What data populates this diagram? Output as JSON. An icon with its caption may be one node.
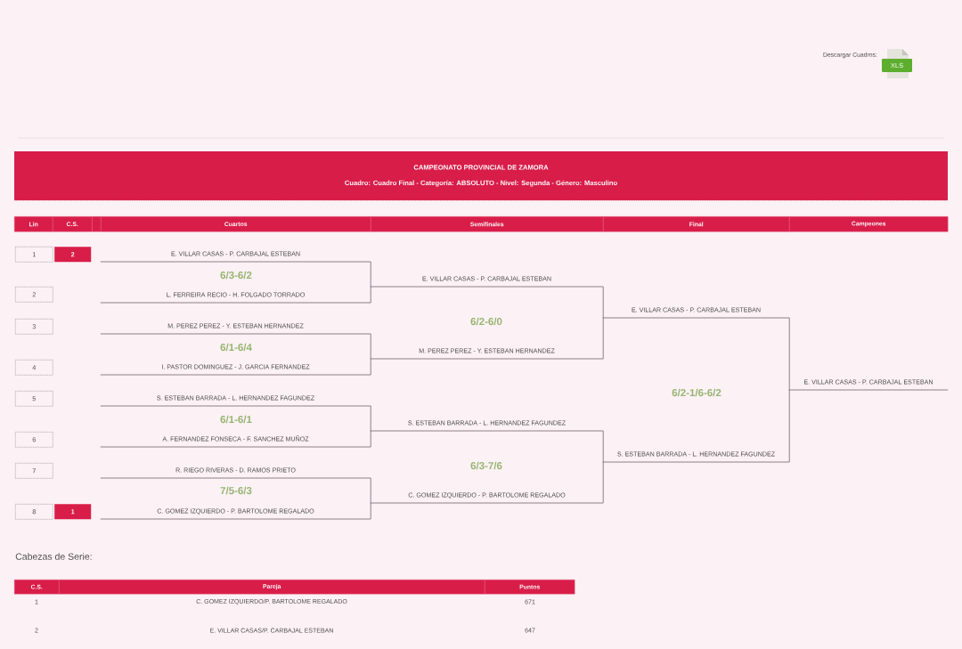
{
  "diagram": {
    "title": "CAMPEONATO PROVINCIAL DE ZAMORA",
    "nodes": [
      {
        "text": [
          "1"
        ]
      },
      {
        "text": [
          "2"
        ]
      },
      {
        "text": [
          "3"
        ]
      },
      {
        "text": [
          "4"
        ]
      },
      {
        "text": [
          "5"
        ]
      },
      {
        "text": [
          "6"
        ]
      },
      {
        "text": [
          "7"
        ]
      },
      {
        "text": [
          "8"
        ]
      },
      {
        "text": [
          "2"
        ]
      },
      {
        "text": [
          "1"
        ]
      },
      {
        "text": [
          "E. VILLAR CASAS - P. CARBAJAL ESTEBAN"
        ]
      },
      {
        "text": [
          "L. FERREIRA RECIO - H. FOLGADO TORRADO"
        ]
      },
      {
        "text": [
          "M. PEREZ PEREZ - Y. ESTEBAN HERNANDEZ"
        ]
      },
      {
        "text": [
          "I. PASTOR DOMINGUEZ - J. GARCIA FERNANDEZ"
        ]
      },
      {
        "text": [
          "S. ESTEBAN BARRADA - L. HERNANDEZ FAGUNDEZ"
        ]
      },
      {
        "text": [
          "A. FERNANDEZ FONSECA - F. SANCHEZ MUÑOZ"
        ]
      },
      {
        "text": [
          "R. RIEGO RIVERAS - D. RAMOS PRIETO"
        ]
      },
      {
        "text": [
          "C. GOMEZ IZQUIERDO - P. BARTOLOME REGALADO"
        ]
      },
      {
        "text": [
          "E. VILLAR CASAS - P. CARBAJAL ESTEBAN"
        ]
      },
      {
        "text": [
          "M. PEREZ PEREZ - Y. ESTEBAN HERNANDEZ"
        ]
      },
      {
        "text": [
          "S. ESTEBAN BARRADA - L. HERNANDEZ FAGUNDEZ"
        ]
      },
      {
        "text": [
          "C. GOMEZ IZQUIERDO - P. BARTOLOME REGALADO"
        ]
      },
      {
        "text": [
          "E. VILLAR CASAS - P. CARBAJAL ESTEBAN"
        ]
      },
      {
        "text": [
          "S. ESTEBAN BARRADA - L. HERNANDEZ FAGUNDEZ"
        ]
      },
      {
        "text": [
          "E. VILLAR CASAS - P. CARBAJAL ESTEBAN"
        ]
      }
    ],
    "edges": [
      {
        "from": 10,
        "to": 18,
        "arrow": "none"
      },
      {
        "from": 11,
        "to": 18,
        "arrow": "none"
      },
      {
        "from": 12,
        "to": 19,
        "arrow": "none"
      },
      {
        "from": 13,
        "to": 19,
        "arrow": "none"
      },
      {
        "from": 14,
        "to": 20,
        "arrow": "none"
      },
      {
        "from": 15,
        "to": 20,
        "arrow": "none"
      },
      {
        "from": 16,
        "to": 21,
        "arrow": "none"
      },
      {
        "from": 17,
        "to": 21,
        "arrow": "none"
      },
      {
        "from": 18,
        "to": 22,
        "arrow": "none"
      },
      {
        "from": 19,
        "to": 22,
        "arrow": "none"
      },
      {
        "from": 20,
        "to": 23,
        "arrow": "none"
      },
      {
        "from": 21,
        "to": 23,
        "arrow": "none"
      },
      {
        "from": 22,
        "to": 24,
        "arrow": "none"
      },
      {
        "from": 23,
        "to": 24,
        "arrow": "none"
      }
    ],
    "labels": [
      "Descargar Cuadros:",
      "XLS",
      "Cuadro: Cuadro Final - Categoría: ABSOLUTO - Nivel: Segunda - Género: Masculino",
      "Lin",
      "C.S.",
      "Cuartos",
      "Semifinales",
      "Final",
      "Campeones",
      "6/3-6/2",
      "6/2-6/0",
      "6/1-6/4",
      "6/2-1/6-6/2",
      "6/1-6/1",
      "6/3-7/6",
      "7/5-6/3",
      "Cabezas de Serie:",
      "C.S.",
      "Pareja",
      "Puntos",
      "1",
      "C. GOMEZ IZQUIERDO/P. BARTOLOME REGALADO",
      "671",
      "2",
      "E. VILLAR CASAS/P. CARBAJAL ESTEBAN",
      "647"
    ]
  }
}
